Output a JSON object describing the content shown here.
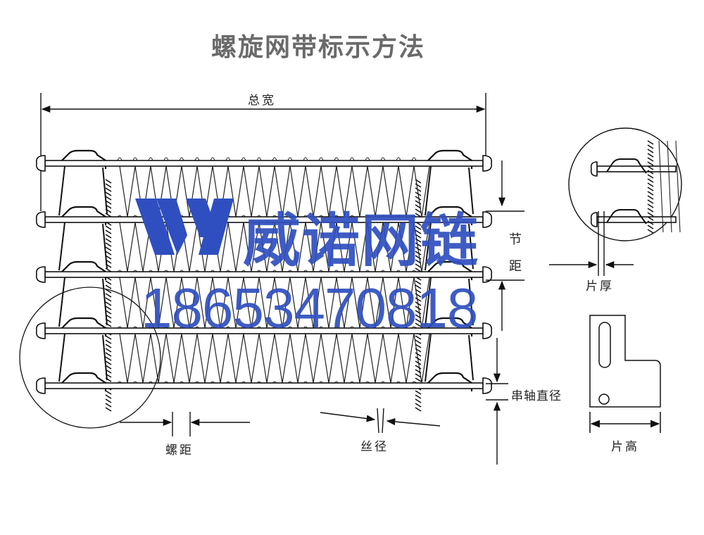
{
  "title": "螺旋网带标示方法",
  "labels": {
    "total_width": "总宽",
    "pitch_vertical": "节距",
    "spiral_pitch": "螺距",
    "wire_diameter": "丝径",
    "rod_diameter": "串轴直径",
    "plate_thickness": "片厚",
    "plate_height": "片高"
  },
  "watermark": {
    "brand": "威诺网链",
    "phone": "18653470818",
    "color": "#2f4fc0"
  },
  "colors": {
    "line": "#111111",
    "title": "#6a6a6a"
  }
}
